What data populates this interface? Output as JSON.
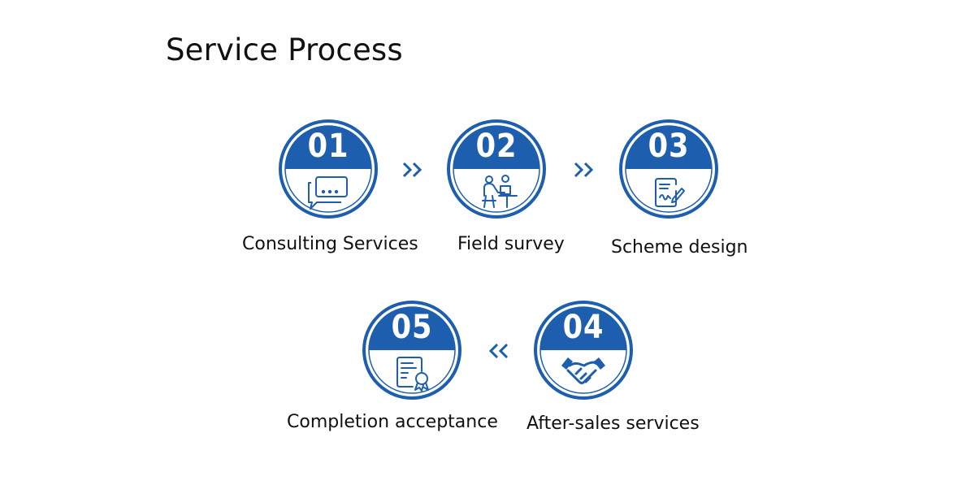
{
  "title": "Service Process",
  "colors": {
    "accent": "#1d5fae",
    "ring": "#1d5fae",
    "text": "#111111"
  },
  "steps": [
    {
      "number": "01",
      "label": "Consulting Services",
      "icon": "chat-bubbles-icon"
    },
    {
      "number": "02",
      "label": "Field survey",
      "icon": "survey-people-icon"
    },
    {
      "number": "03",
      "label": "Scheme design",
      "icon": "design-document-icon"
    },
    {
      "number": "04",
      "label": "After-sales services",
      "icon": "handshake-icon"
    },
    {
      "number": "05",
      "label": "Completion acceptance",
      "icon": "certificate-icon"
    }
  ]
}
